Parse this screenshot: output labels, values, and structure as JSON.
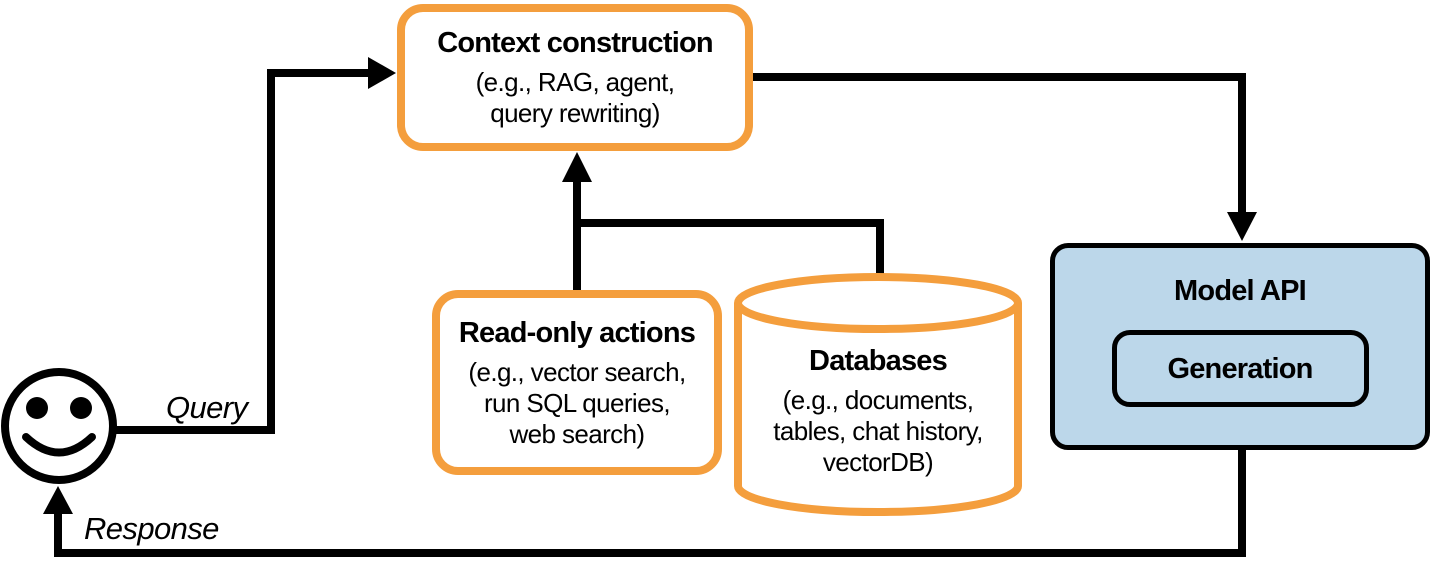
{
  "diagram": {
    "nodes": {
      "context": {
        "title": "Context construction",
        "sub1": "(e.g., RAG, agent,",
        "sub2": "query rewriting)"
      },
      "readonly": {
        "title": "Read-only actions",
        "sub1": "(e.g., vector search,",
        "sub2": "run SQL queries,",
        "sub3": "web search)"
      },
      "databases": {
        "title": "Databases",
        "sub1": "(e.g., documents,",
        "sub2": "tables, chat history,",
        "sub3": "vectorDB)"
      },
      "model_api": {
        "title": "Model API",
        "generation_label": "Generation"
      }
    },
    "edges": {
      "query_label": "Query",
      "response_label": "Response"
    },
    "icons": {
      "user": "smiley-face-user-icon"
    },
    "colors": {
      "accent_orange": "#F49E3D",
      "model_api_fill": "#BCD7EA",
      "line_black": "#000000"
    }
  }
}
